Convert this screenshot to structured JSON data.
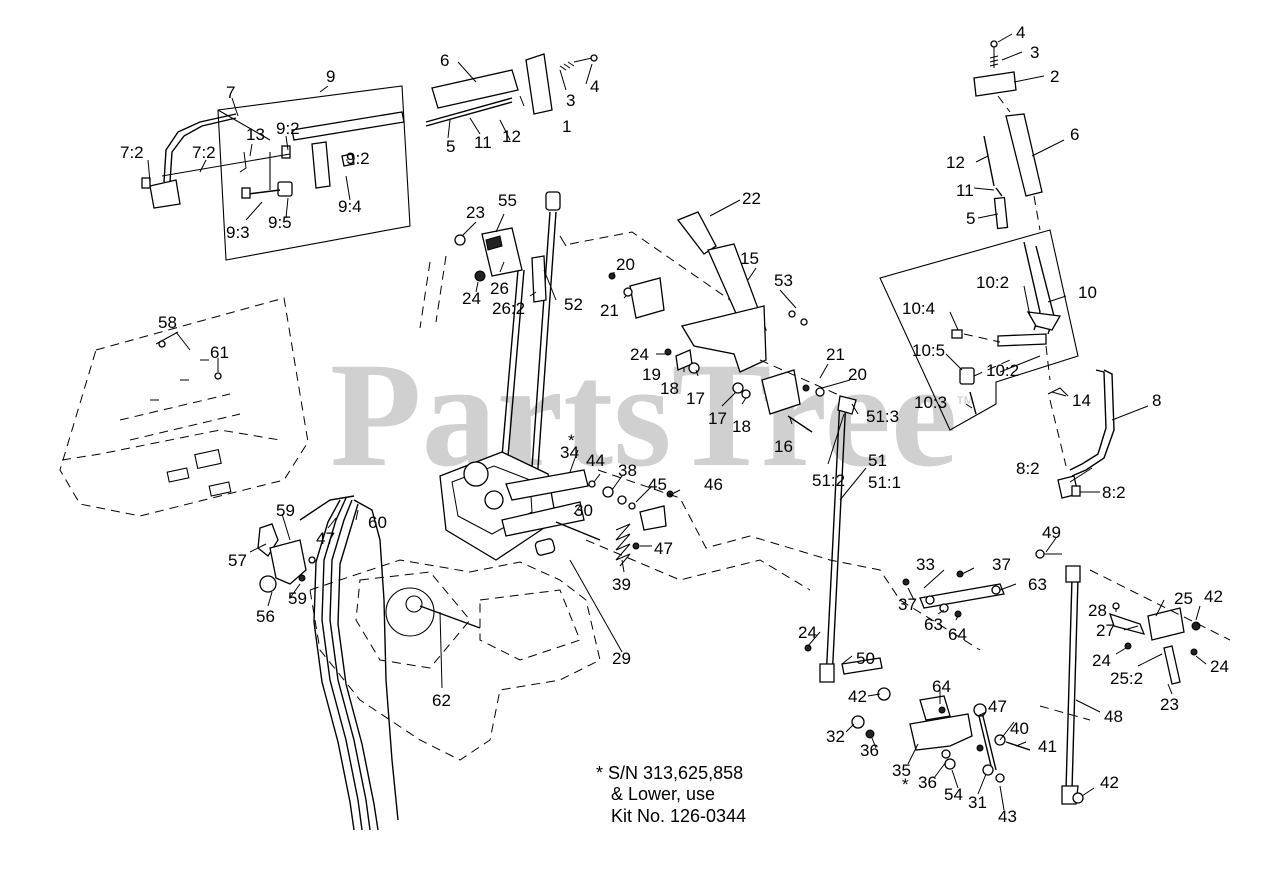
{
  "watermark": {
    "text": "PartsTree",
    "tm": "™"
  },
  "footnote": {
    "line1": "* S/N 313,625,858",
    "line2": "& Lower, use",
    "line3": "Kit No. 126-0344"
  },
  "callouts": [
    "4",
    "3",
    "2",
    "6",
    "12",
    "11",
    "5",
    "10",
    "10:2",
    "10:4",
    "10:5",
    "10:2",
    "10:3",
    "14",
    "8",
    "8:2",
    "8:2",
    "6",
    "1",
    "3",
    "4",
    "5",
    "11",
    "12",
    "9",
    "7",
    "7:2",
    "7:2",
    "13",
    "9:2",
    "9:2",
    "9:3",
    "9:5",
    "9:4",
    "23",
    "55",
    "26",
    "24",
    "26:2",
    "52",
    "22",
    "15",
    "53",
    "20",
    "21",
    "24",
    "19",
    "18",
    "17",
    "17",
    "18",
    "21",
    "20",
    "16",
    "51:3",
    "51:2",
    "51",
    "51:1",
    "58",
    "61",
    "34",
    "*",
    "44",
    "38",
    "45",
    "46",
    "30",
    "47",
    "39",
    "29",
    "59",
    "60",
    "57",
    "47",
    "56",
    "59",
    "62",
    "33",
    "37",
    "37",
    "63",
    "63",
    "64",
    "49",
    "28",
    "25",
    "42",
    "27",
    "24",
    "24",
    "25:2",
    "23",
    "24",
    "50",
    "42",
    "64",
    "47",
    "40",
    "41",
    "48",
    "32",
    "36",
    "35",
    "*",
    "36",
    "54",
    "31",
    "43",
    "42"
  ]
}
